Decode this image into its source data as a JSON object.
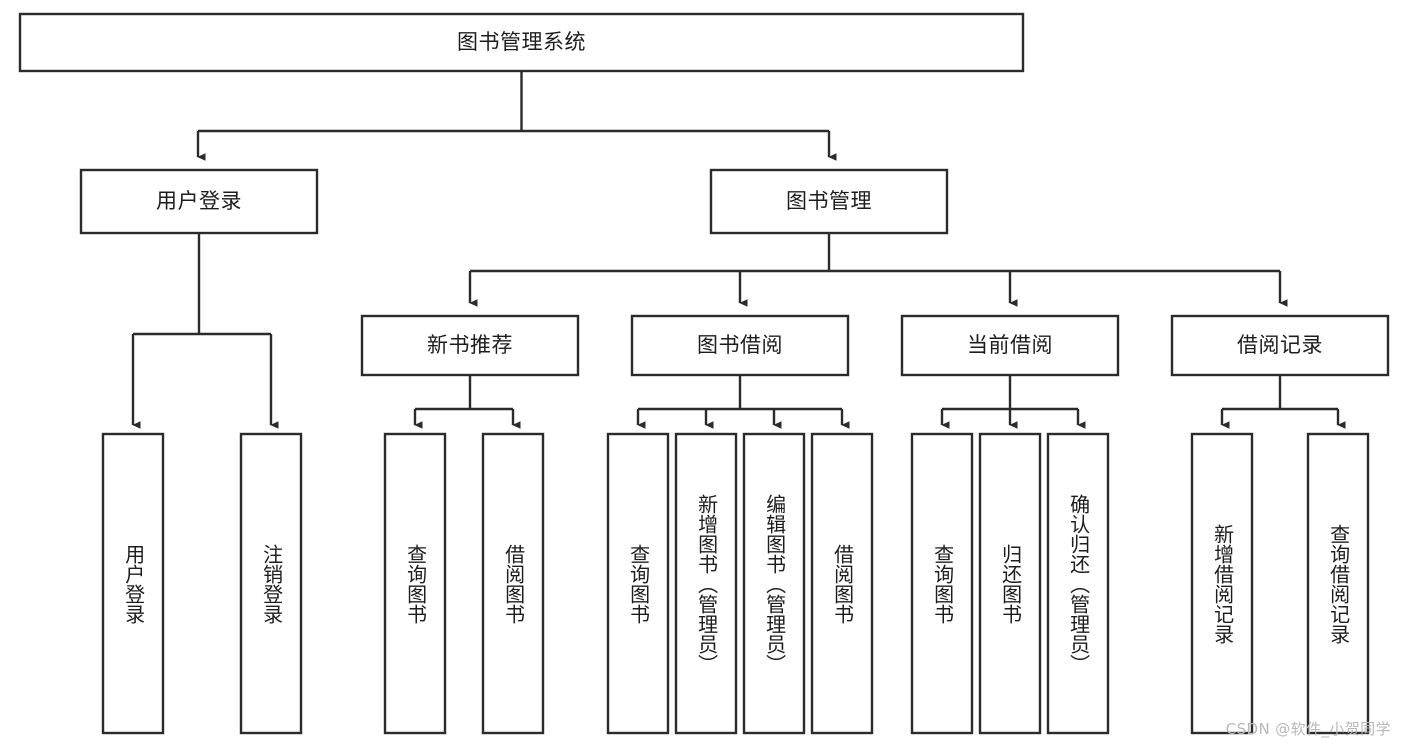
{
  "diagram": {
    "type": "tree-hierarchy-chart",
    "title_node": {
      "id": "root",
      "label": "图书管理系统"
    },
    "level2": [
      {
        "id": "user-login",
        "label": "用户登录"
      },
      {
        "id": "book-management",
        "label": "图书管理"
      }
    ],
    "level3": [
      {
        "id": "new-book-recommend",
        "label": "新书推荐",
        "parent": "book-management"
      },
      {
        "id": "book-borrow",
        "label": "图书借阅",
        "parent": "book-management"
      },
      {
        "id": "current-borrow",
        "label": "当前借阅",
        "parent": "book-management"
      },
      {
        "id": "borrow-record",
        "label": "借阅记录",
        "parent": "book-management"
      }
    ],
    "leaves": {
      "user-login": [
        {
          "id": "leaf-user-login",
          "label": "用户登录"
        },
        {
          "id": "leaf-user-logout",
          "label": "注销登录"
        }
      ],
      "new-book-recommend": [
        {
          "id": "leaf-query-books-1",
          "label": "查询图书"
        },
        {
          "id": "leaf-borrow-books-1",
          "label": "借阅图书"
        }
      ],
      "book-borrow": [
        {
          "id": "leaf-query-books-2",
          "label": "查询图书"
        },
        {
          "id": "leaf-add-book",
          "label": "新增图书（管理员）"
        },
        {
          "id": "leaf-edit-book",
          "label": "编辑图书（管理员）"
        },
        {
          "id": "leaf-borrow-books-2",
          "label": "借阅图书"
        }
      ],
      "current-borrow": [
        {
          "id": "leaf-query-books-3",
          "label": "查询图书"
        },
        {
          "id": "leaf-return-book",
          "label": "归还图书"
        },
        {
          "id": "leaf-confirm-return",
          "label": "确认归还（管理员）"
        }
      ],
      "borrow-record": [
        {
          "id": "leaf-add-record",
          "label": "新增借阅记录"
        },
        {
          "id": "leaf-query-record",
          "label": "查询借阅记录"
        }
      ]
    },
    "watermark": "CSDN @软件_小贺同学",
    "colors": {
      "background": "#ffffff",
      "box_fill": "#ffffff",
      "stroke": "#2b2b2b",
      "text": "#1d1d1d",
      "watermark": "#b9b9b9"
    }
  }
}
